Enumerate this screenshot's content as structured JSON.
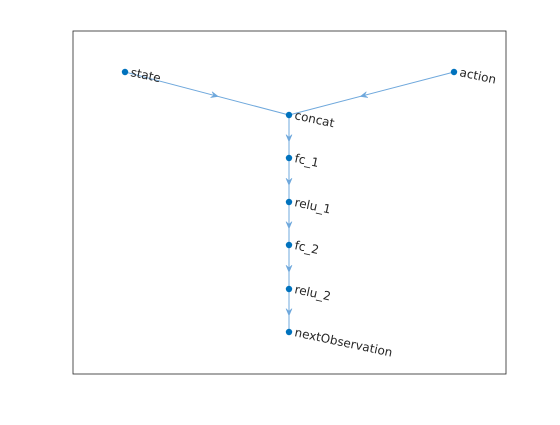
{
  "graph": {
    "node_color": "#0072BD",
    "edge_color": "#6FA8DC",
    "axes_border_color": "#262626",
    "nodes": [
      {
        "id": "state",
        "label": "state"
      },
      {
        "id": "action",
        "label": "action"
      },
      {
        "id": "concat",
        "label": "concat"
      },
      {
        "id": "fc_1",
        "label": "fc_1"
      },
      {
        "id": "relu_1",
        "label": "relu_1"
      },
      {
        "id": "fc_2",
        "label": "fc_2"
      },
      {
        "id": "relu_2",
        "label": "relu_2"
      },
      {
        "id": "nextObservation",
        "label": "nextObservation"
      }
    ],
    "edges": [
      {
        "from": "state",
        "to": "concat"
      },
      {
        "from": "action",
        "to": "concat"
      },
      {
        "from": "concat",
        "to": "fc_1"
      },
      {
        "from": "fc_1",
        "to": "relu_1"
      },
      {
        "from": "relu_1",
        "to": "fc_2"
      },
      {
        "from": "fc_2",
        "to": "relu_2"
      },
      {
        "from": "relu_2",
        "to": "nextObservation"
      }
    ]
  }
}
